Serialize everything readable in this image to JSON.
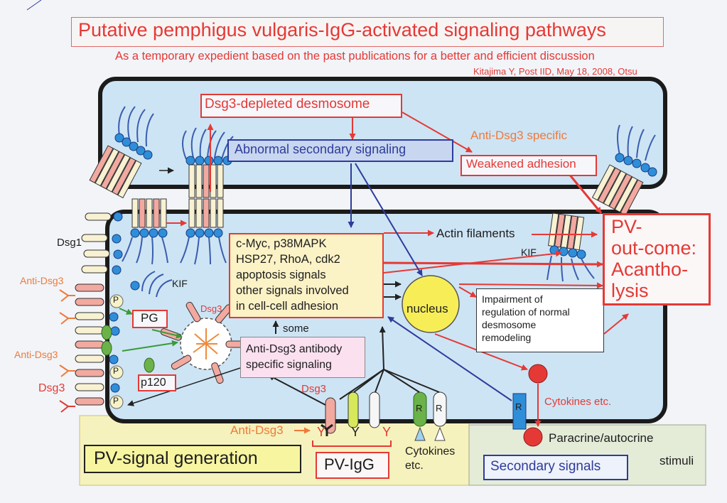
{
  "header": {
    "title": "Putative pemphigus vulgaris-IgG-activated signaling pathways",
    "subtitle": "As a temporary expedient based on the past publications for a better and efficient discussion",
    "credit": "Kitajima Y, Post IID, May 18, 2008, Otsu"
  },
  "upper_cell": {
    "depleted_box": "Dsg3-depleted desmosome",
    "abnormal_box": "Abnormal secondary signaling",
    "anti_specific": "Anti-Dsg3 specific",
    "weakened_box": "Weakened adhesion"
  },
  "lower_cell": {
    "dsg1_label": "Dsg1",
    "anti_dsg3_top": "Anti-Dsg3",
    "anti_dsg3_mid": "Anti-Dsg3",
    "dsg3_left": "Dsg3",
    "kif_left": "KIF",
    "kif_right": "KIF",
    "pg_label": "PG",
    "p120_label": "p120",
    "dsg3_cluster": "Dsg3",
    "p_letter": "P",
    "signals_box": "c-Myc, p38MAPK\nHSP27, RhoA, cdk2\napoptosis signals\nother signals involved\nin cell-cell adhesion",
    "actin": "Actin filaments",
    "nucleus": "nucleus",
    "impairment_box": "Impairment of\nregulation of normal\ndesmosome\nremodeling",
    "some": "some",
    "antibody_box": "Anti-Dsg3 antibody\nspecific signaling",
    "dsg3_receptor": "Dsg3",
    "receptor_r1": "R",
    "receptor_r2": "R",
    "receptor_r3": "R",
    "cytokines_etc": "Cytokines etc."
  },
  "outcome": {
    "text": "PV-\nout-come:\nAcantho-\nlysis"
  },
  "bottom": {
    "anti_dsg3_bottom": "Anti-Dsg3",
    "y_letter": "Y",
    "pv_signal_generation": "PV-signal generation",
    "pv_igg": "PV-IgG",
    "cytokines_bottom": "Cytokines\netc.",
    "paracrine_line1": "Paracrine/autocrine",
    "paracrine_line2": "stimuli",
    "secondary_signals": "Secondary signals"
  },
  "colors": {
    "red": "#e53935",
    "orange": "#ef7a3a",
    "blue": "#2e3c9c",
    "cell_fill": "#cde4f4",
    "yellow_box": "#fbf2c6",
    "pink_box": "#fbe0f0",
    "nucleus": "#f7ee57"
  }
}
